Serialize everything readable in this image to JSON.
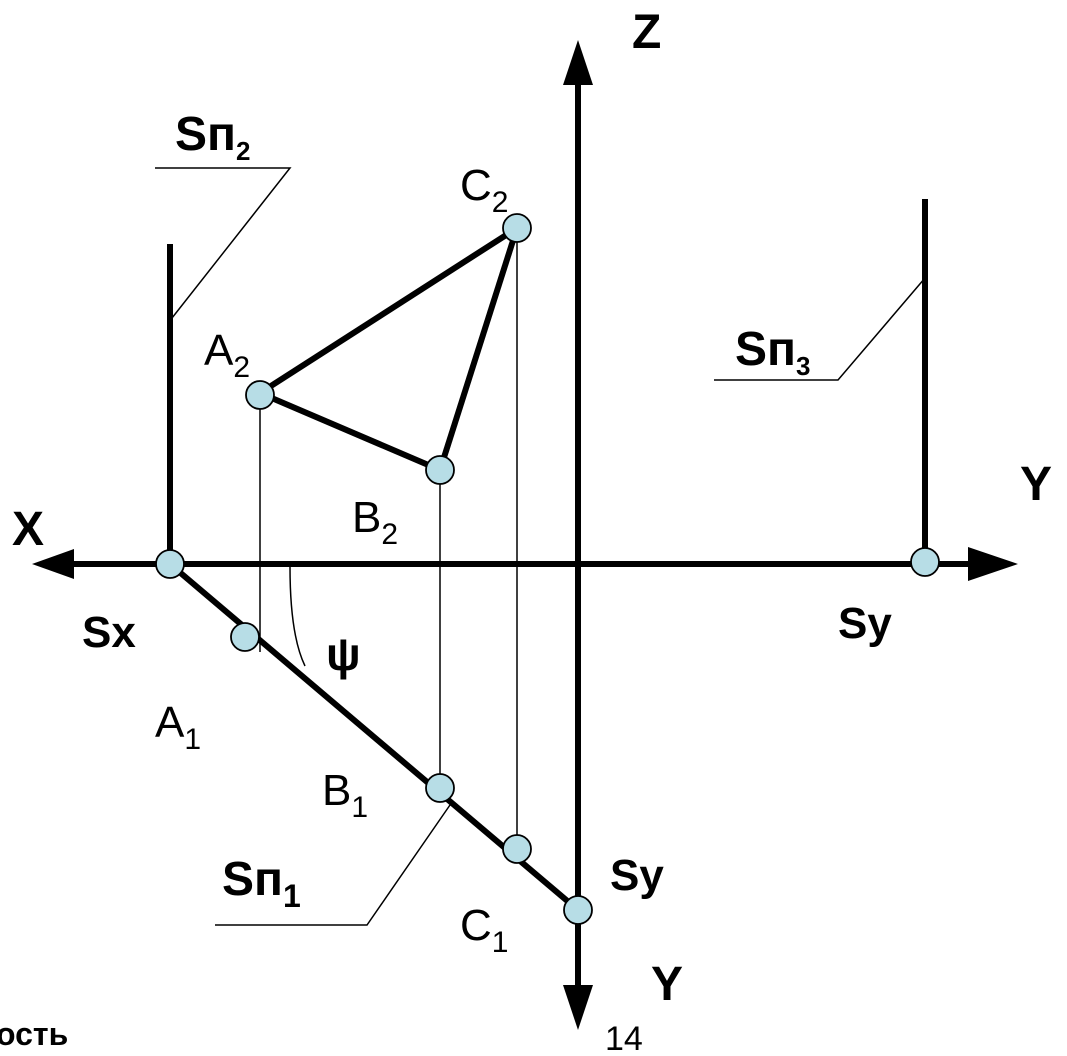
{
  "axes": {
    "z": "Z",
    "x": "X",
    "y_right": "Y",
    "y_down": "Y"
  },
  "traces": {
    "sp2_main": "S",
    "sp2_pi": "п",
    "sp2_sub": "2",
    "sp3_main": "S",
    "sp3_pi": "п",
    "sp3_sub": "3",
    "sp1_main": "S",
    "sp1_pi": "п",
    "sp1_sub": "1",
    "sx": "Sx",
    "sy_right": "Sy",
    "sy_lower": "Sy"
  },
  "points": {
    "a2": {
      "main": "A",
      "sub": "2"
    },
    "b2": {
      "main": "B",
      "sub": "2"
    },
    "c2": {
      "main": "C",
      "sub": "2"
    },
    "a1": {
      "main": "A",
      "sub": "1"
    },
    "b1": {
      "main": "B",
      "sub": "1"
    },
    "c1": {
      "main": "C",
      "sub": "1"
    }
  },
  "angle": "ψ",
  "page_number": "14",
  "cut_text": "ость",
  "colors": {
    "point_fill": "#b7dde6",
    "line": "#000000"
  }
}
